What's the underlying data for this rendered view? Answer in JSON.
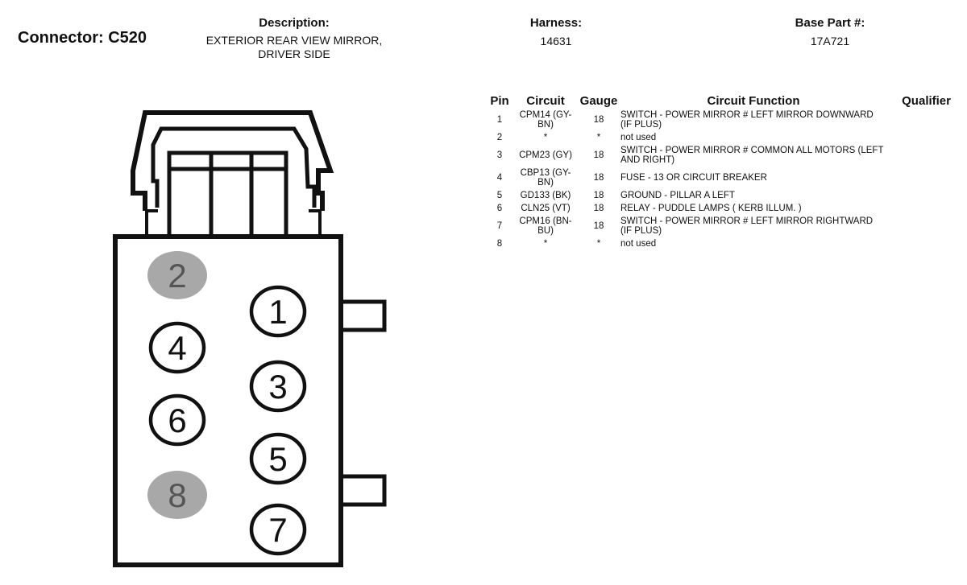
{
  "header": {
    "connector_title": "Connector: C520",
    "description_label": "Description:",
    "description_lines": [
      "EXTERIOR REAR VIEW MIRROR,",
      "DRIVER SIDE"
    ],
    "harness_label": "Harness:",
    "harness_value": "14631",
    "base_part_label": "Base Part #:",
    "base_part_value": "17A721"
  },
  "diagram": {
    "pins": [
      {
        "label": "1",
        "used": true
      },
      {
        "label": "2",
        "used": false
      },
      {
        "label": "3",
        "used": true
      },
      {
        "label": "4",
        "used": true
      },
      {
        "label": "5",
        "used": true
      },
      {
        "label": "6",
        "used": true
      },
      {
        "label": "7",
        "used": true
      },
      {
        "label": "8",
        "used": false
      }
    ],
    "colors": {
      "outline": "#111111",
      "unused_fill": "#a8a8a8",
      "unused_text": "#555555",
      "used_fill": "#ffffff"
    }
  },
  "table": {
    "columns": [
      "Pin",
      "Circuit",
      "Gauge",
      "Circuit Function",
      "Qualifier"
    ],
    "rows": [
      {
        "pin": "1",
        "circuit": "CPM14 (GY-BN)",
        "gauge": "18",
        "function": "SWITCH - POWER MIRROR # LEFT MIRROR DOWNWARD (IF PLUS)",
        "qualifier": ""
      },
      {
        "pin": "2",
        "circuit": "*",
        "gauge": "*",
        "function": "not used",
        "qualifier": ""
      },
      {
        "pin": "3",
        "circuit": "CPM23 (GY)",
        "gauge": "18",
        "function": "SWITCH - POWER MIRROR # COMMON ALL MOTORS (LEFT AND RIGHT)",
        "qualifier": ""
      },
      {
        "pin": "4",
        "circuit": "CBP13 (GY-BN)",
        "gauge": "18",
        "function": "FUSE - 13 OR CIRCUIT BREAKER",
        "qualifier": ""
      },
      {
        "pin": "5",
        "circuit": "GD133 (BK)",
        "gauge": "18",
        "function": "GROUND - PILLAR A LEFT",
        "qualifier": ""
      },
      {
        "pin": "6",
        "circuit": "CLN25 (VT)",
        "gauge": "18",
        "function": "RELAY - PUDDLE LAMPS ( KERB ILLUM. )",
        "qualifier": ""
      },
      {
        "pin": "7",
        "circuit": "CPM16 (BN-BU)",
        "gauge": "18",
        "function": "SWITCH - POWER MIRROR # LEFT MIRROR RIGHTWARD (IF PLUS)",
        "qualifier": ""
      },
      {
        "pin": "8",
        "circuit": "*",
        "gauge": "*",
        "function": "not used",
        "qualifier": ""
      }
    ]
  }
}
